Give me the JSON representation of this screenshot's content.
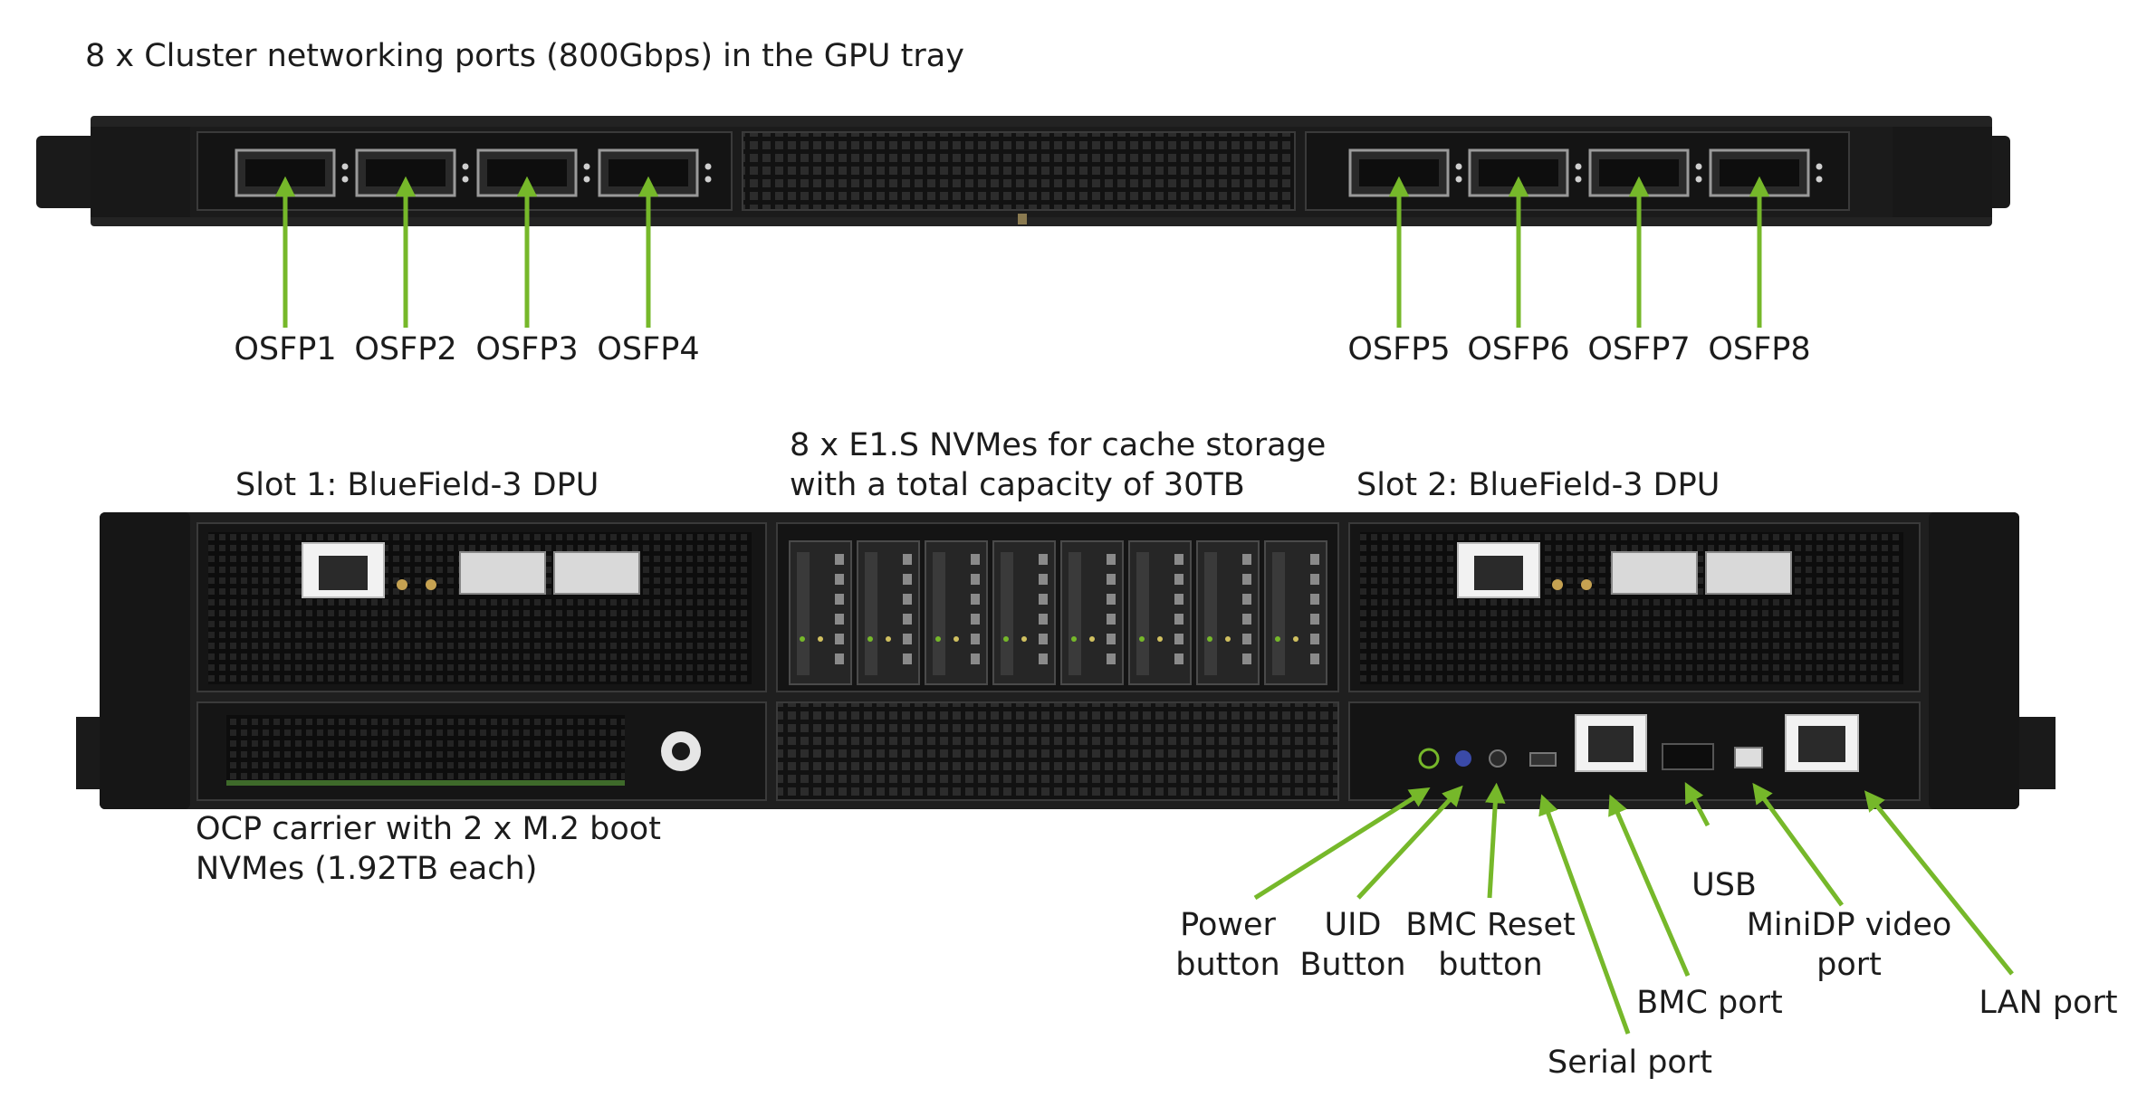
{
  "top_tray": {
    "title": "8 x Cluster networking ports (800Gbps) in the GPU tray",
    "ports": [
      "OSFP1",
      "OSFP2",
      "OSFP3",
      "OSFP4",
      "OSFP5",
      "OSFP6",
      "OSFP7",
      "OSFP8"
    ]
  },
  "bottom_tray": {
    "slot1": "Slot 1: BlueField-3 DPU",
    "nvme_line1": "8 x E1.S NVMes for cache storage",
    "nvme_line2": "with a total capacity of 30TB",
    "slot2": "Slot 2: BlueField-3 DPU",
    "ocp_line1": "OCP carrier with 2 x M.2 boot",
    "ocp_line2": "NVMes (1.92TB each)"
  },
  "callouts": {
    "power_1": "Power",
    "power_2": "button",
    "uid_1": "UID",
    "uid_2": "Button",
    "bmc_reset_1": "BMC Reset",
    "bmc_reset_2": "button",
    "serial": "Serial port",
    "bmc_port": "BMC port",
    "usb": "USB",
    "minidp_1": "MiniDP video",
    "minidp_2": "port",
    "lan": "LAN port"
  },
  "colors": {
    "arrow": "#76b82a",
    "chassis": "#1e1e1e",
    "background": "#ffffff"
  }
}
